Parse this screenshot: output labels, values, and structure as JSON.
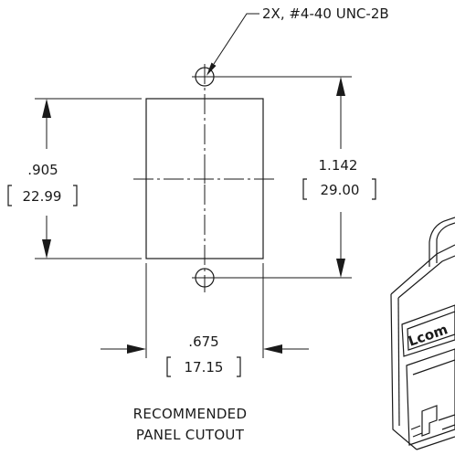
{
  "hole_callout": "2X, #4-40 UNC-2B",
  "dimensions": {
    "cutout_height_in": ".905",
    "cutout_height_mm": "22.99",
    "hole_spacing_in": "1.142",
    "hole_spacing_mm": "29.00",
    "cutout_width_in": ".675",
    "cutout_width_mm": "17.15"
  },
  "caption": {
    "line1": "RECOMMENDED",
    "line2": "PANEL CUTOUT"
  },
  "product_logo_text": "Lcom"
}
